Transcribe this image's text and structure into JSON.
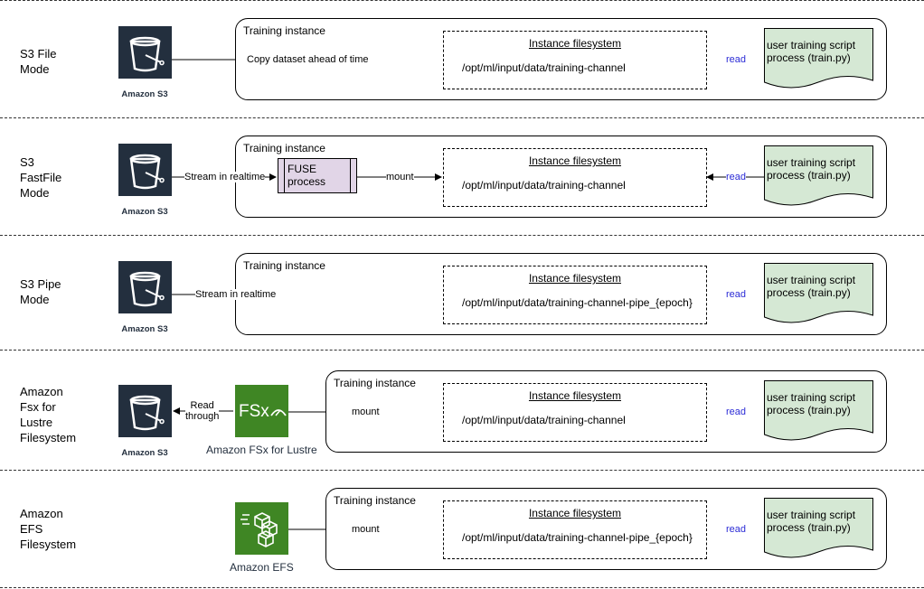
{
  "common": {
    "instance_title": "Training instance",
    "fs_title": "Instance filesystem",
    "script_text": "user training script\nprocess (train.py)",
    "read_label": "read",
    "s3_label": "Amazon S3"
  },
  "rows": [
    {
      "title": "S3 File\nMode",
      "edge_label": "Copy dataset ahead of time",
      "path": "/opt/ml/input/data/training-channel"
    },
    {
      "title": "S3\nFastFile\nMode",
      "edge_label": "Stream in realtime",
      "fuse_label": "FUSE\nprocess",
      "mount_label": "mount",
      "path": "/opt/ml/input/data/training-channel"
    },
    {
      "title": "S3 Pipe\nMode",
      "edge_label": "Stream in realtime",
      "path": "/opt/ml/input/data/training-channel-pipe_{epoch}"
    },
    {
      "title": "Amazon\nFsx for\nLustre\nFilesystem",
      "read_through_label": "Read\nthrough",
      "service_label": "Amazon FSx for Lustre",
      "icon_text": "FSx",
      "mount_label": "mount",
      "path": "/opt/ml/input/data/training-channel"
    },
    {
      "title": "Amazon\nEFS\nFilesystem",
      "service_label": "Amazon EFS",
      "mount_label": "mount",
      "path": "/opt/ml/input/data/training-channel-pipe_{epoch}"
    }
  ],
  "colors": {
    "aws_dark": "#232f3e",
    "aws_green": "#3f8624",
    "script_fill": "#d5e8d4",
    "fuse_fill": "#e1d5e7",
    "read_blue": "#2b2bd6"
  }
}
